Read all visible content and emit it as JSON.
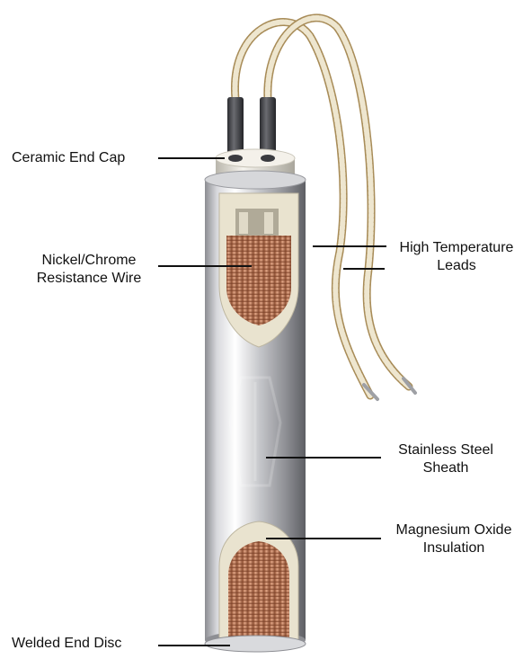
{
  "labels": {
    "ceramic_end_cap": "Ceramic End Cap",
    "resistance_wire": [
      "Nickel/Chrome",
      "Resistance Wire"
    ],
    "leads": [
      "High Temperature",
      "Leads"
    ],
    "sheath": [
      "Stainless Steel",
      "Sheath"
    ],
    "insulation": [
      "Magnesium Oxide",
      "Insulation"
    ],
    "end_disc": "Welded End Disc"
  },
  "colors": {
    "steel_light": "#f2f2f4",
    "steel_mid": "#b8b9bd",
    "steel_dark": "#6c6d72",
    "copper": "#c98a6a",
    "copper_dark": "#8a4e33",
    "mgo": "#ece6d2",
    "lead_braid": "#e6dcc0",
    "lead_pin": "#3e3f44"
  }
}
